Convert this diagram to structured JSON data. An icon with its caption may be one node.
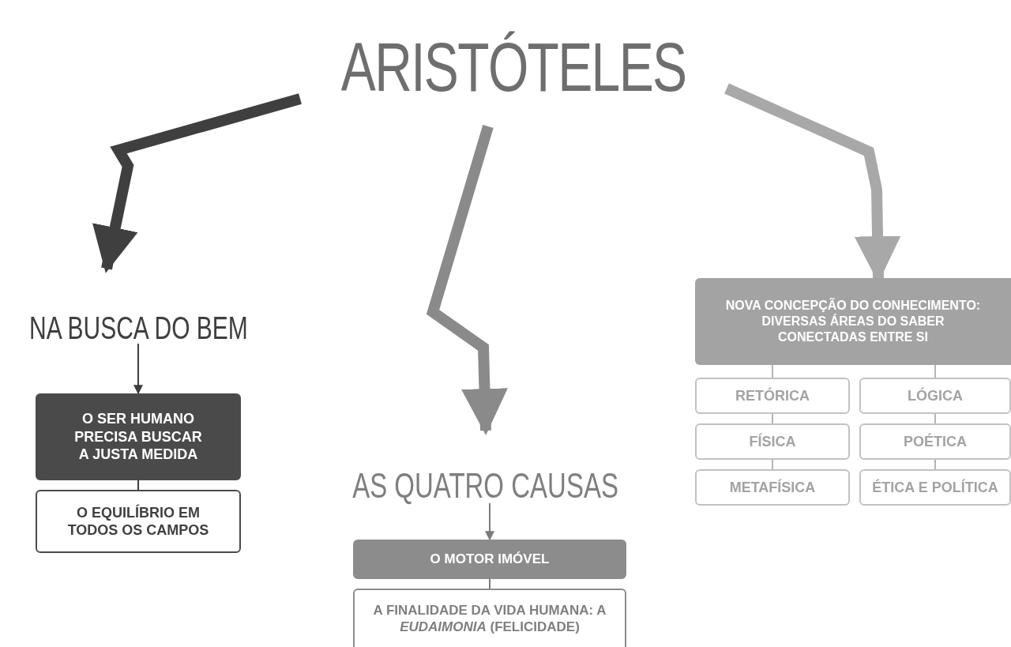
{
  "diagram": {
    "nodes": [
      {
        "text": [
          "ARISTÓTELES"
        ]
      },
      {
        "text": [
          "NA BUSCA DO BEM"
        ]
      },
      {
        "text": [
          "O SER HUMANO PRECISA BUSCAR A JUSTA MEDIDA"
        ]
      },
      {
        "text": [
          "O EQUILÍBRIO EM TODOS OS CAMPOS"
        ]
      },
      {
        "text": [
          "AS QUATRO CAUSAS"
        ]
      },
      {
        "text": [
          "O MOTOR IMÓVEL"
        ]
      },
      {
        "text": [
          "A FINALIDADE DA VIDA HUMANA: A *EUDAIMONIA* (FELICIDADE)"
        ]
      },
      {
        "text": [
          "NOVA CONCEPÇÃO DO CONHECIMENTO: DIVERSAS ÁREAS DO SABER CONECTADAS ENTRE SI"
        ]
      },
      {
        "text": [
          "RETÓRICA"
        ]
      },
      {
        "text": [
          "LÓGICA"
        ]
      },
      {
        "text": [
          "FÍSICA"
        ]
      },
      {
        "text": [
          "POÉTICA"
        ]
      },
      {
        "text": [
          "METAFÍSICA"
        ]
      },
      {
        "text": [
          "ÉTICA E POLÍTICA"
        ]
      }
    ],
    "edges": [
      {
        "from": 0,
        "to": 1,
        "arrow": "to",
        "style": "thick",
        "color": "#3f3f3f"
      },
      {
        "from": 0,
        "to": 4,
        "arrow": "to",
        "style": "thick",
        "color": "#8a8a8a"
      },
      {
        "from": 0,
        "to": 7,
        "arrow": "to",
        "style": "thick",
        "color": "#a8a8a8"
      },
      {
        "from": 1,
        "to": 2,
        "arrow": "to",
        "color": "#3f3f3f"
      },
      {
        "from": 4,
        "to": 5,
        "arrow": "to",
        "color": "#7a7a7a"
      },
      {
        "from": 2,
        "to": 3,
        "arrow": "none",
        "color": "#3f3f3f"
      },
      {
        "from": 5,
        "to": 6,
        "arrow": "none",
        "color": "#7a7a7a"
      },
      {
        "from": 7,
        "to": 8,
        "arrow": "none"
      },
      {
        "from": 8,
        "to": 10,
        "arrow": "none"
      },
      {
        "from": 10,
        "to": 12,
        "arrow": "none"
      },
      {
        "from": 7,
        "to": 9,
        "arrow": "none"
      },
      {
        "from": 9,
        "to": 11,
        "arrow": "none"
      },
      {
        "from": 11,
        "to": 13,
        "arrow": "none"
      }
    ]
  }
}
